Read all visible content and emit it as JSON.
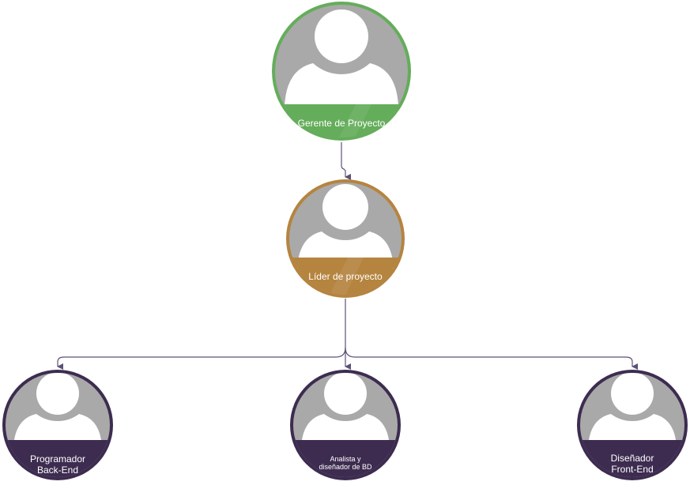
{
  "colors": {
    "gerente": "#64ad5b",
    "lider": "#b5843f",
    "equipo": "#3d2c50",
    "connector": "#5c5077",
    "avatar_bg": "#a9a9a9",
    "avatar_fg": "#ffffff"
  },
  "icons": {
    "avatar": "person-silhouette-icon"
  },
  "nodes": {
    "gerente": {
      "label": "Gerente de Proyecto"
    },
    "lider": {
      "label": "Líder de proyecto"
    },
    "backend": {
      "label": "Programador Back-End"
    },
    "analista": {
      "label": "Analista y diseñador de BD"
    },
    "frontend": {
      "label": "Diseñador Front-End"
    }
  }
}
